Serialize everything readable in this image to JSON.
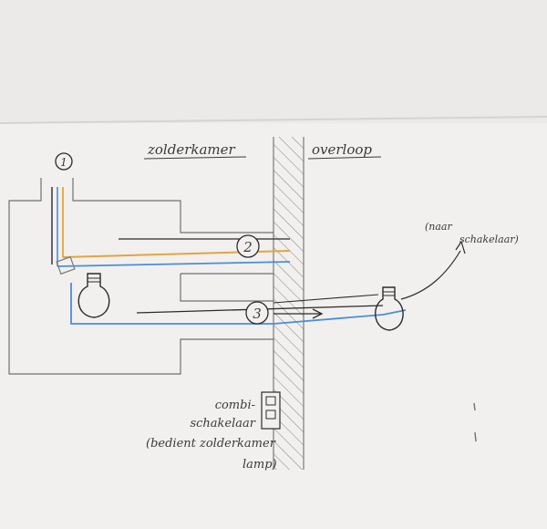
{
  "labels": {
    "room_left": "zolderkamer",
    "room_right": "overloop",
    "to_switch_line1": "(naar",
    "to_switch_line2": "schakelaar)",
    "marker_1": "1",
    "marker_2": "2",
    "marker_3": "3",
    "switch_line1": "combi-",
    "switch_line2": "schakelaar",
    "switch_line3": "(bedient zolderkamer",
    "switch_line4": "lamp)"
  },
  "colors": {
    "paper_top": "#eceae8",
    "paper_bottom": "#f1efed",
    "pencil": "#6e6e6e",
    "ink": "#2b2b2b",
    "orange_wire": "#e0a543",
    "blue_wire": "#4a8fd6"
  },
  "icons": [
    "lamp-bulb-icon",
    "switch-icon",
    "arrow-icon"
  ]
}
